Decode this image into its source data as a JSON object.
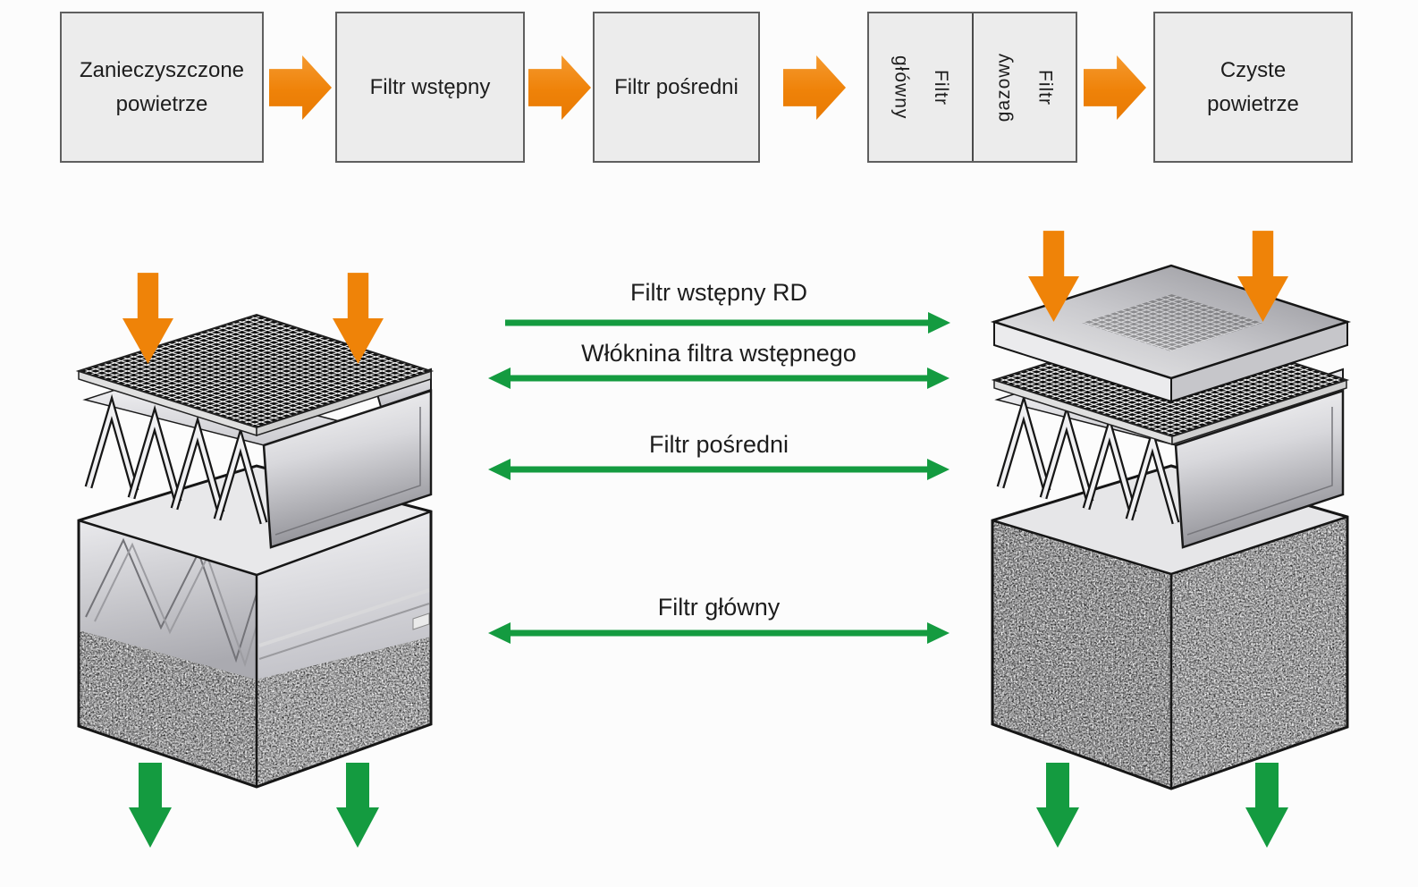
{
  "colors": {
    "orange": "#EF8308",
    "green": "#149B40",
    "box_fill": "#ECECEC",
    "box_border": "#5F5F5F",
    "outline": "#1A1A1A",
    "text": "#1D1D1D",
    "background": "#FCFCFC"
  },
  "flow": {
    "boxes": [
      {
        "label": "Zanieczyszczone powietrze"
      },
      {
        "label": "Filtr wstępny"
      },
      {
        "label": "Filtr pośredni"
      },
      {
        "cells": [
          {
            "word_top": "Filtr",
            "word_bottom": "główny"
          },
          {
            "word_top": "Filtr",
            "word_bottom": "gazowy"
          }
        ]
      },
      {
        "label": "Czyste powietrze"
      }
    ],
    "arrow_icon": "orange-right-block-arrow"
  },
  "callouts": [
    {
      "label": "Filtr wstępny RD",
      "arrow_heads": "right"
    },
    {
      "label": "Włóknina filtra wstępnego",
      "arrow_heads": "both"
    },
    {
      "label": "Filtr pośredni",
      "arrow_heads": "both"
    },
    {
      "label": "Filtr główny",
      "arrow_heads": "both"
    }
  ],
  "illustrations": {
    "left_unit": {
      "name": "filter-stack-exploded-left",
      "layers": [
        "mesh-grid-panel",
        "pleated-filter",
        "main-filter-block"
      ],
      "inflow_icon": "orange-down-arrow",
      "outflow_icon": "green-down-arrow"
    },
    "right_unit": {
      "name": "filter-stack-exploded-right",
      "layers": [
        "rd-cover-panel",
        "mesh-grid-panel",
        "pleated-filter",
        "main-filter-block"
      ],
      "inflow_icon": "orange-down-arrow",
      "outflow_icon": "green-down-arrow"
    }
  }
}
